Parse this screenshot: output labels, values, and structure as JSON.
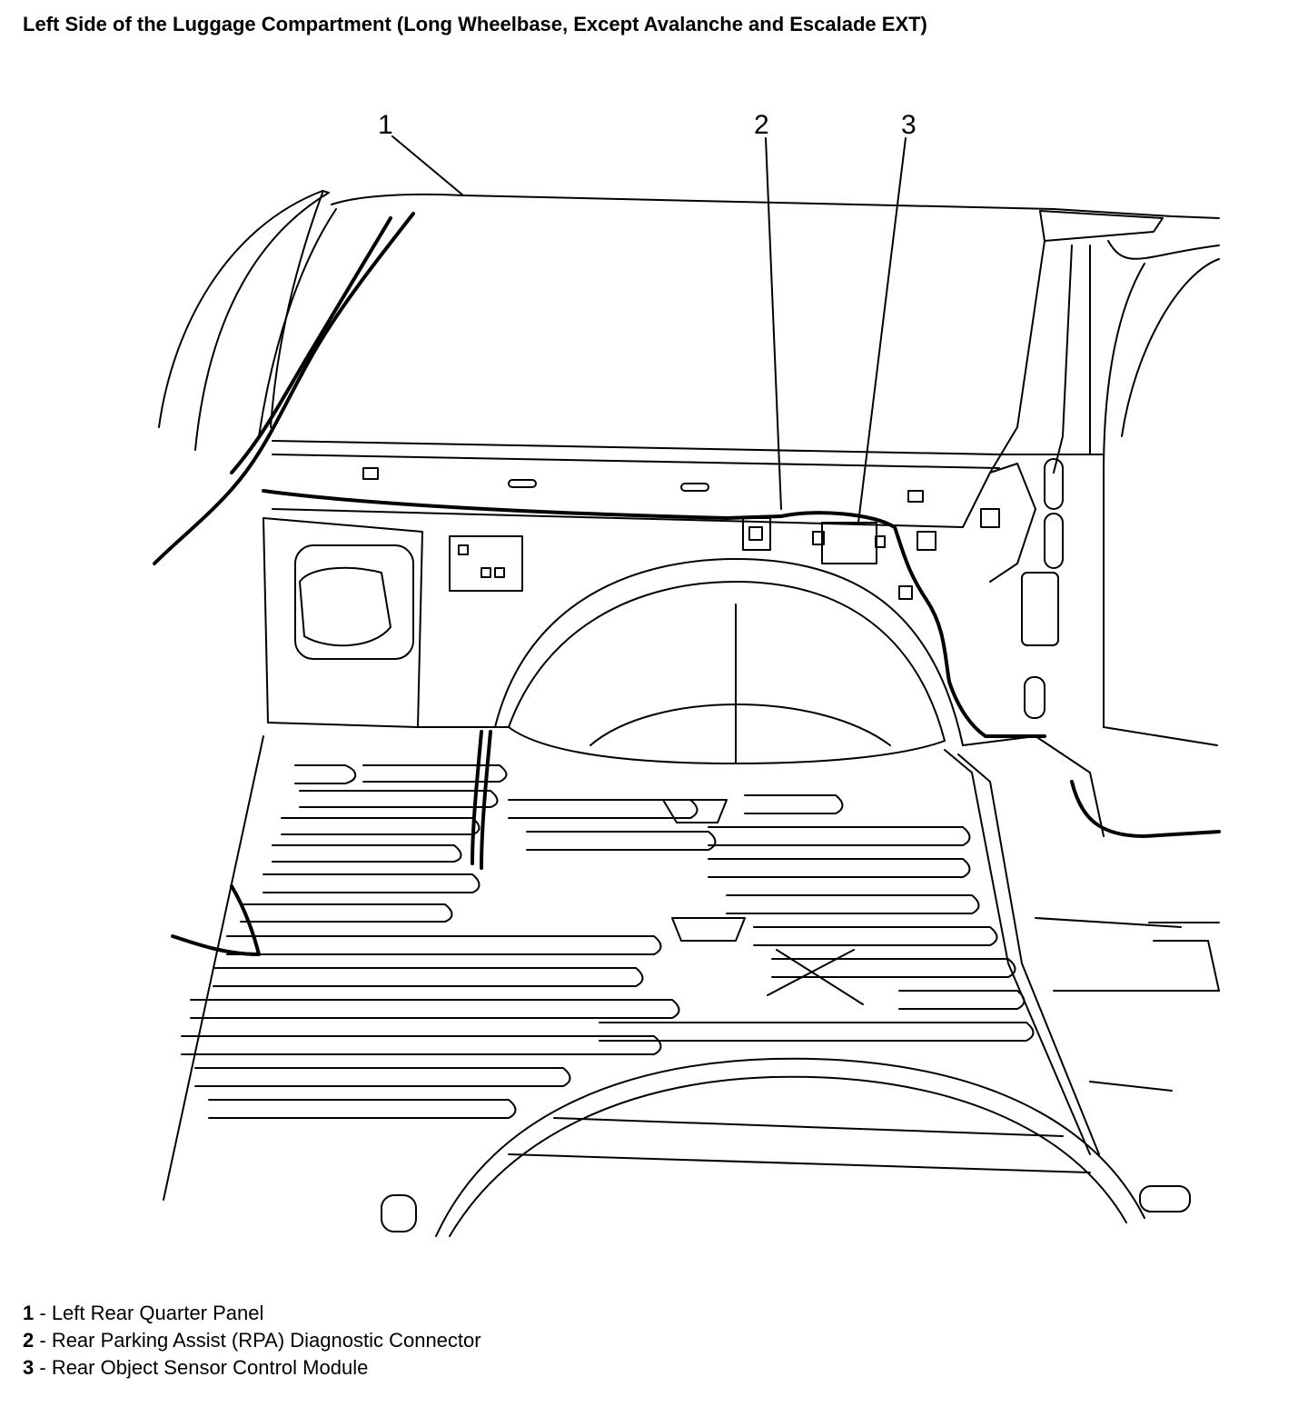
{
  "title": "Left Side of the Luggage Compartment (Long Wheelbase, Except Avalanche and Escalade EXT)",
  "callouts": [
    {
      "number": "1",
      "label": "Left Rear Quarter Panel"
    },
    {
      "number": "2",
      "label": "Rear Parking Assist (RPA) Diagnostic Connector"
    },
    {
      "number": "3",
      "label": "Rear Object Sensor Control Module"
    }
  ],
  "legend_separator": " - "
}
